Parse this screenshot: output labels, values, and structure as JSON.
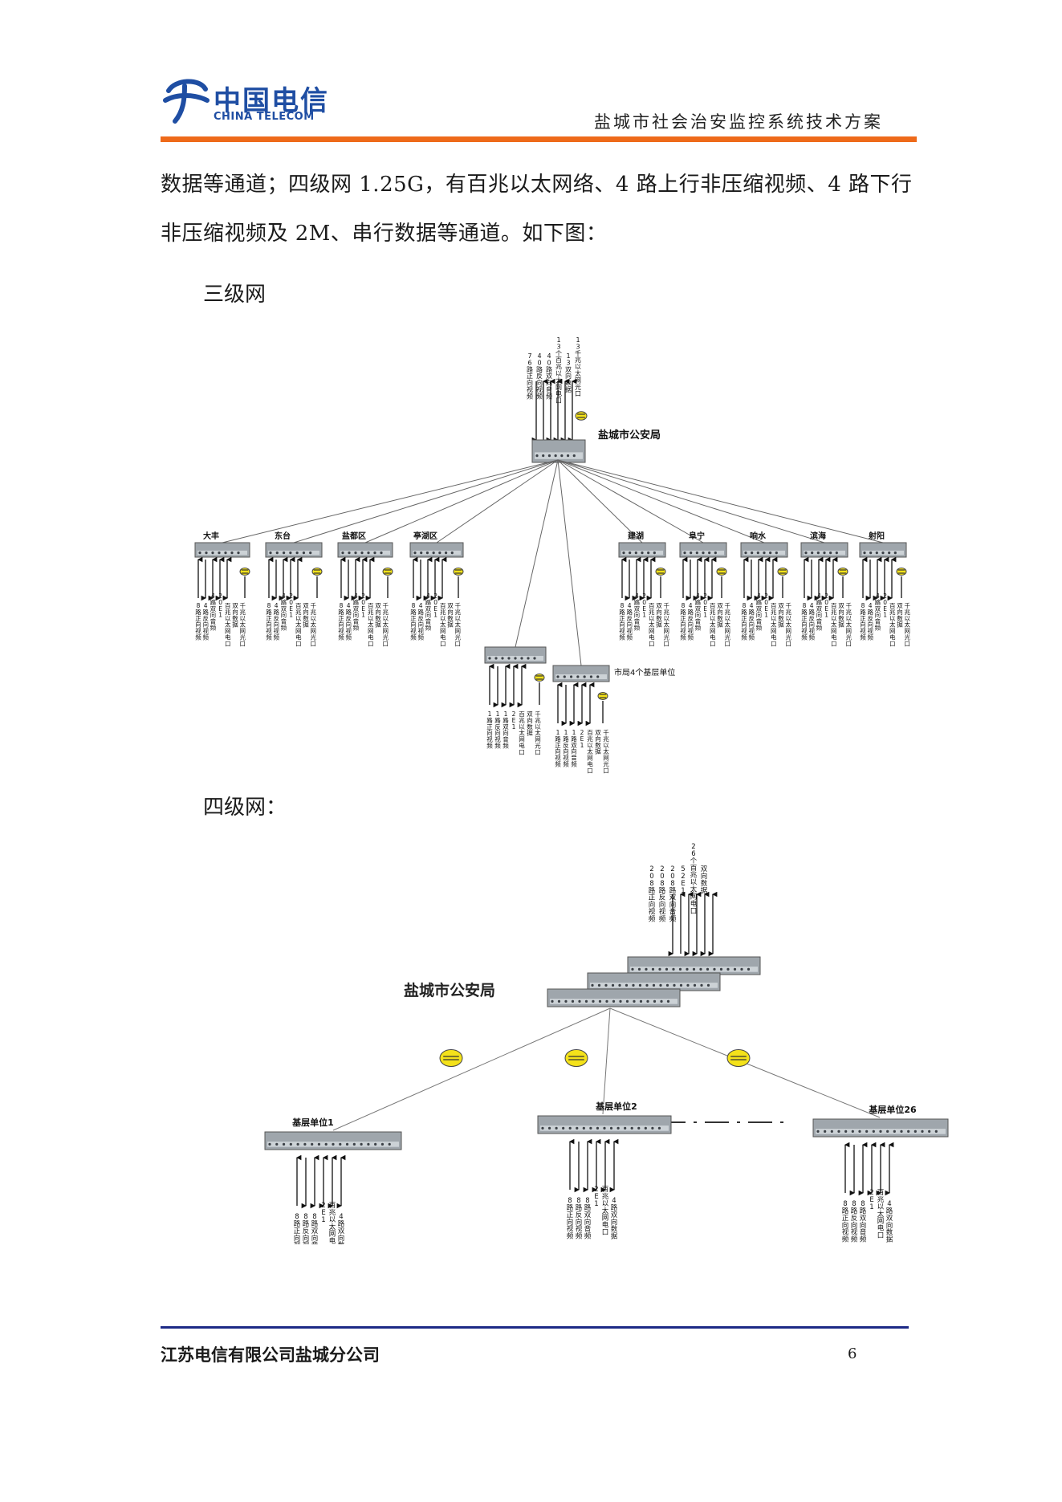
{
  "header": {
    "logo_cn": "中国电信",
    "logo_en": "CHINA TELECOM",
    "doc_title": "盐城市社会治安监控系统技术方案"
  },
  "body": {
    "para_line1": "数据等通道；四级网 1.25G，有百兆以太网络、4 路上行非压缩视频、4 路下行",
    "para_line2": "非压缩视频及 2M、串行数据等通道。如下图：",
    "label_level3": "三级网",
    "label_level4": "四级网："
  },
  "diagram3": {
    "center": "盐城市公安局",
    "center_ports": [
      "76路正向视频",
      "40路反向视频",
      "40路双向音频",
      "13个百兆以太网电口",
      "13双向数据",
      "13千兆以太网光口"
    ],
    "branches": [
      "大丰",
      "东台",
      "盐都区",
      "亭湖区",
      "建湖",
      "阜宁",
      "响水",
      "滨海",
      "射阳"
    ],
    "branch_ports": [
      "8路正向视频",
      "4路反向视频",
      "4路双向音频",
      "20路E1",
      "百兆以太网电口",
      "双向数据",
      "千兆以太网光口"
    ],
    "local_unit_label": "市局4个基层单位",
    "local_ports": [
      "1路正向视频",
      "1路反向视频",
      "1路双向音频",
      "2路E1",
      "百兆以太网电口",
      "双向数据",
      "千兆以太网光口"
    ]
  },
  "diagram4": {
    "center": "盐城市公安局",
    "center_ports": [
      "208路正向视频",
      "208路反向视频",
      "208路双向音频",
      "52路E1",
      "26个百兆以太网电口",
      "双向数据"
    ],
    "units": [
      "基层单位1",
      "基层单位2",
      "基层单位26"
    ],
    "unit_ports": [
      "8路正向视频",
      "8路反向视频",
      "8路双向音频",
      "2路E1",
      "百兆以太网电口",
      "4路双向数据"
    ]
  },
  "footer": {
    "company": "江苏电信有限公司盐城分公司",
    "page": "6"
  }
}
